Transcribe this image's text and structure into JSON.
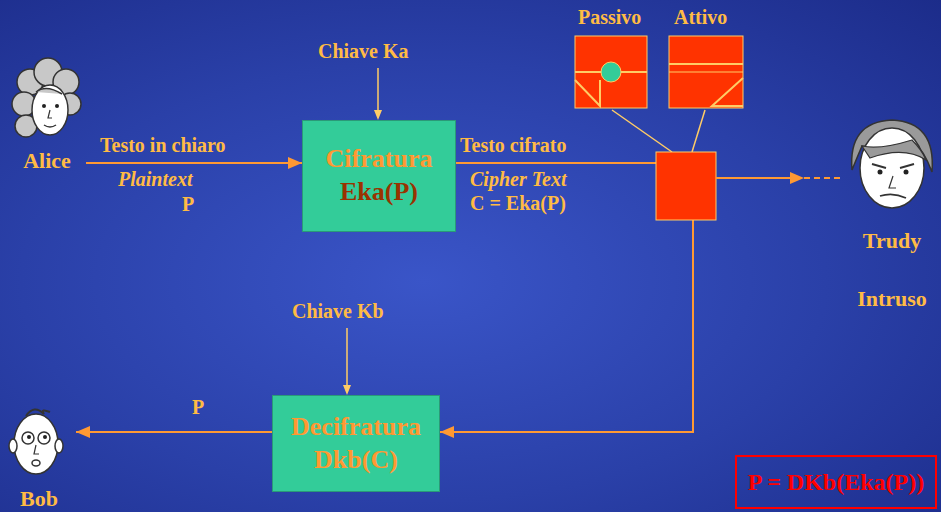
{
  "diagram": {
    "nodes": [
      {
        "text": [
          "Alice"
        ]
      },
      {
        "text": [
          "Cifratura",
          "Eka(P)"
        ]
      },
      {
        "text": [
          "Trudy",
          "Intruso"
        ]
      },
      {
        "text": [
          "Decifratura",
          "Dkb(C)"
        ]
      },
      {
        "text": [
          "Bob"
        ]
      },
      {
        "text": [
          "P = DKb(Eka(P))"
        ]
      }
    ],
    "edges": [
      {
        "from": 0,
        "to": 1,
        "label": "Testo in chiaro",
        "arrow": "to"
      },
      {
        "from": 1,
        "to": 3,
        "label": "Testo cifrato",
        "arrow": "to"
      },
      {
        "from": 3,
        "to": 4,
        "label": "P",
        "arrow": "to"
      }
    ],
    "labels": [
      "Chiave Ka",
      "Plaintext",
      "P",
      "Cipher Text",
      "C = Eka(P)",
      "Passivo",
      "Attivo",
      "Chiave Kb"
    ]
  }
}
